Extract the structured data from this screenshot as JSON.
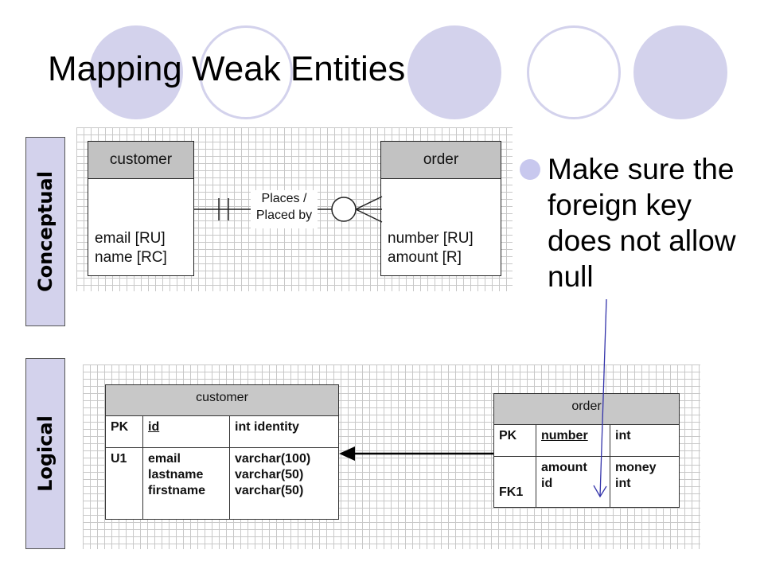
{
  "slide": {
    "title": "Mapping Weak Entities",
    "side_labels": {
      "conceptual": "Conceptual",
      "logical": "Logical"
    },
    "bullet": "Make sure the foreign key does not allow null"
  },
  "conceptual": {
    "customer": {
      "name": "customer",
      "attrs": [
        "email [RU]",
        "name [RC]"
      ]
    },
    "order": {
      "name": "order",
      "attrs": [
        "number [RU]",
        "amount [R]"
      ]
    },
    "relationship": [
      "Places /",
      "Placed by"
    ]
  },
  "logical": {
    "customer": {
      "name": "customer",
      "rows": [
        {
          "key": "PK",
          "cols": [
            "id"
          ],
          "types": [
            "int identity"
          ]
        },
        {
          "key": "U1",
          "cols": [
            "email",
            "lastname",
            "firstname"
          ],
          "types": [
            "varchar(100)",
            "varchar(50)",
            "varchar(50)"
          ]
        }
      ]
    },
    "order": {
      "name": "order",
      "rows": [
        {
          "key": "PK",
          "cols": [
            "number"
          ],
          "types": [
            "int"
          ]
        },
        {
          "key": "FK1",
          "cols": [
            "amount",
            "id"
          ],
          "types": [
            "money",
            "int"
          ]
        }
      ]
    }
  },
  "colors": {
    "accent_circle": "#d3d2ec",
    "arrow": "#3333aa",
    "entity_header": "#c2c2c2"
  }
}
